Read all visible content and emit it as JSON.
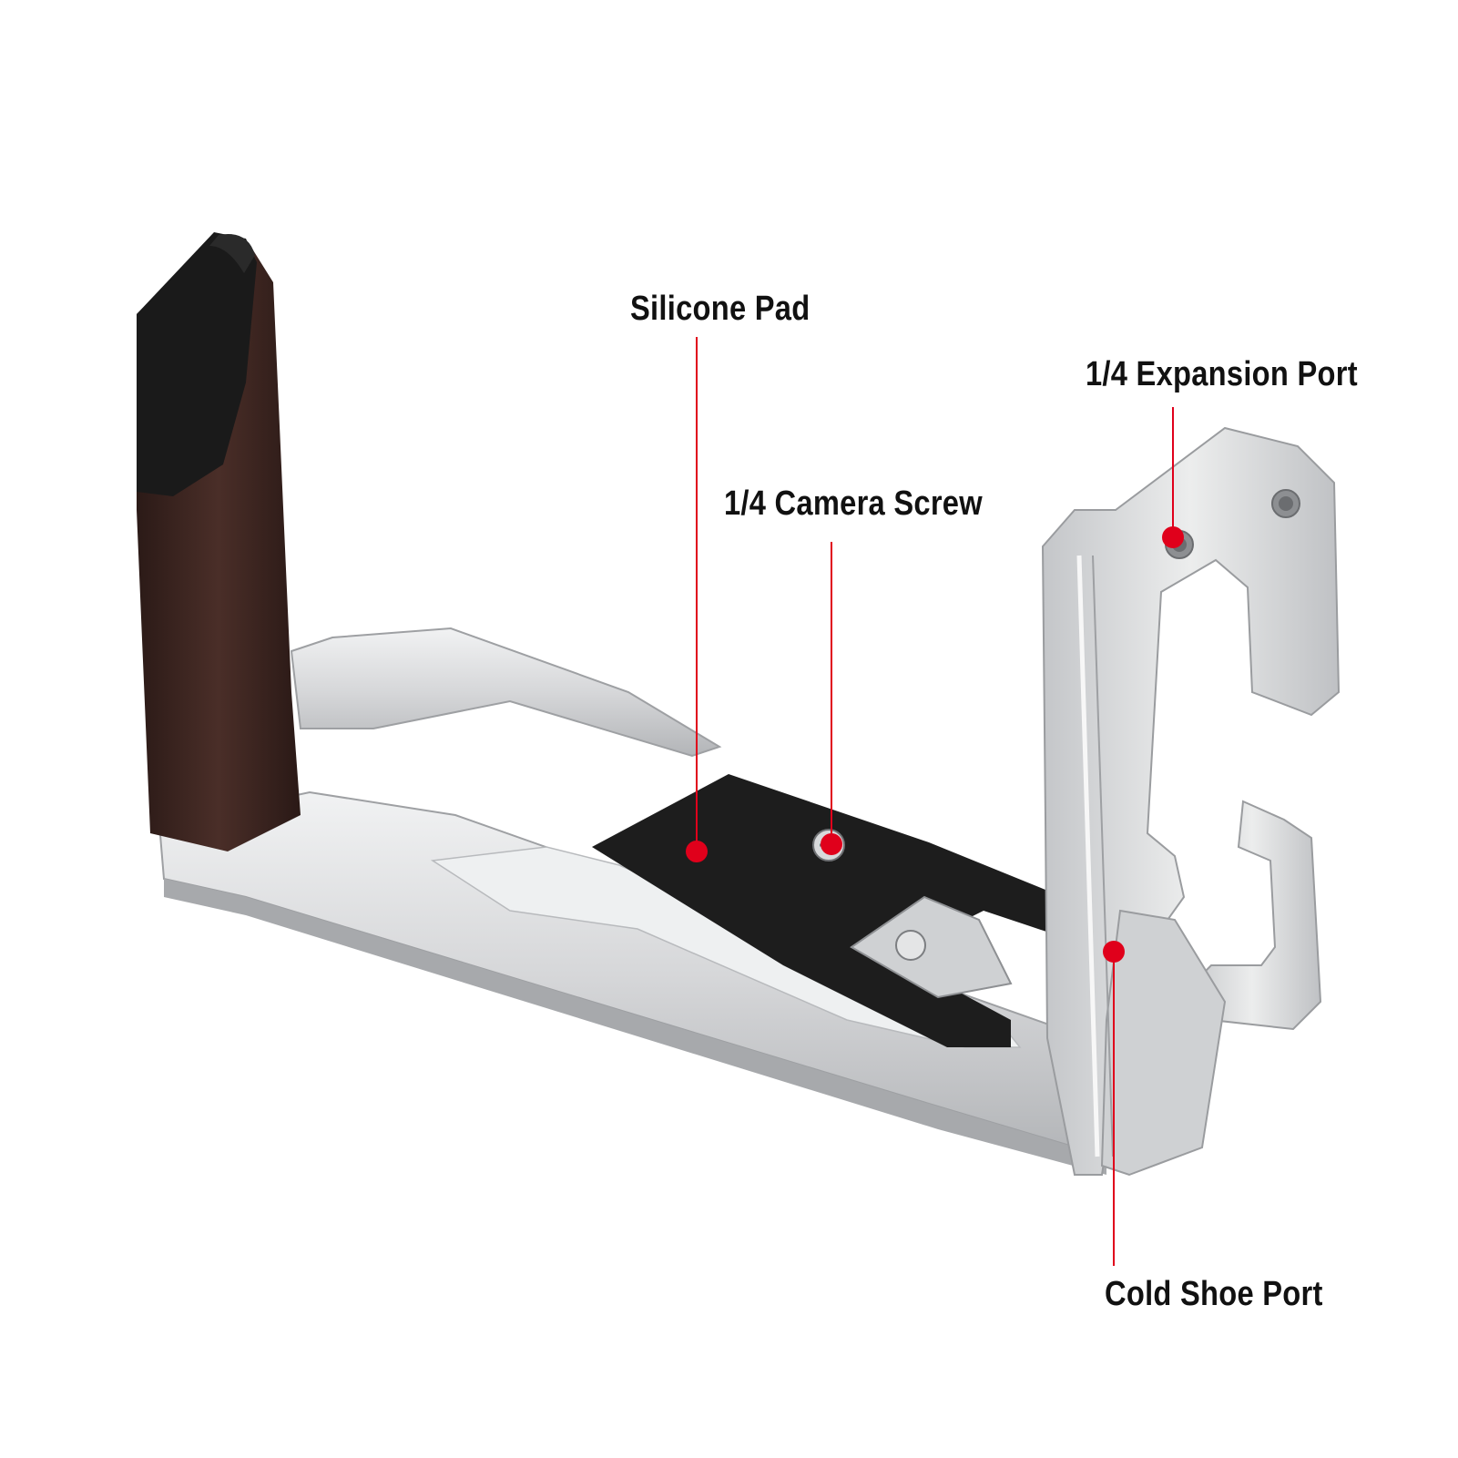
{
  "callouts": {
    "silicone_pad": "Silicone Pad",
    "expansion_port": "1/4 Expansion Port",
    "camera_screw": "1/4 Camera Screw",
    "cold_shoe_port": "Cold Shoe Port"
  },
  "colors": {
    "accent": "#e0001b",
    "label_text": "#111111",
    "metal": "#d9dadc",
    "metal_shadow": "#a9abae",
    "wood": "#3a2420",
    "rubber": "#1c1c1c",
    "background": "#ffffff"
  }
}
